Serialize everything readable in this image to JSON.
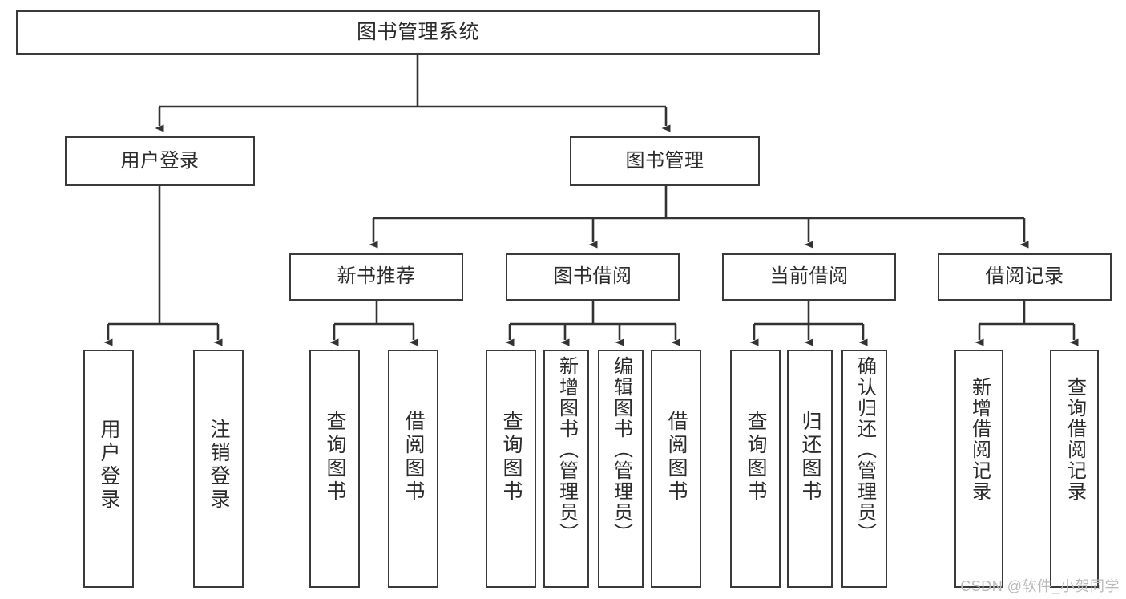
{
  "diagram": {
    "title": "图书管理系统",
    "type": "tree-hierarchy",
    "orientation": "top-down",
    "colors": {
      "node_border": "#3a3a3a",
      "node_fill": "#ffffff",
      "edge": "#333333",
      "text": "#2b2b2b",
      "watermark": "#b9b9b9",
      "background": "#ffffff"
    }
  },
  "watermark": {
    "text": "CSDN @软件_小贺同学"
  },
  "nodes": {
    "root": {
      "label": "图书管理系统",
      "level": 1
    },
    "user_login": {
      "label": "用户登录",
      "level": 2
    },
    "book_manage": {
      "label": "图书管理",
      "level": 2
    },
    "new_book_rec": {
      "label": "新书推荐",
      "level": 3
    },
    "book_borrow": {
      "label": "图书借阅",
      "level": 3
    },
    "current_borrow": {
      "label": "当前借阅",
      "level": 3
    },
    "borrow_record": {
      "label": "借阅记录",
      "level": 3
    },
    "leaf_user_login": {
      "label": "用户登录",
      "level": 4
    },
    "leaf_logout": {
      "label": "注销登录",
      "level": 4
    },
    "leaf_query_book_1": {
      "label": "查询图书",
      "level": 4
    },
    "leaf_borrow_book_1": {
      "label": "借阅图书",
      "level": 4
    },
    "leaf_query_book_2": {
      "label": "查询图书",
      "level": 4
    },
    "leaf_add_book": {
      "label": "新增图书（管理员）",
      "level": 4
    },
    "leaf_edit_book": {
      "label": "编辑图书（管理员）",
      "level": 4
    },
    "leaf_borrow_book_2": {
      "label": "借阅图书",
      "level": 4
    },
    "leaf_query_book_3": {
      "label": "查询图书",
      "level": 4
    },
    "leaf_return_book": {
      "label": "归还图书",
      "level": 4
    },
    "leaf_confirm_return": {
      "label": "确认归还（管理员）",
      "level": 4
    },
    "leaf_add_record": {
      "label": "新增借阅记录",
      "level": 4
    },
    "leaf_query_record": {
      "label": "查询借阅记录",
      "level": 4
    }
  },
  "edges": [
    {
      "from": "root",
      "to": "user_login"
    },
    {
      "from": "root",
      "to": "book_manage"
    },
    {
      "from": "user_login",
      "to": "leaf_user_login"
    },
    {
      "from": "user_login",
      "to": "leaf_logout"
    },
    {
      "from": "book_manage",
      "to": "new_book_rec"
    },
    {
      "from": "book_manage",
      "to": "book_borrow"
    },
    {
      "from": "book_manage",
      "to": "current_borrow"
    },
    {
      "from": "book_manage",
      "to": "borrow_record"
    },
    {
      "from": "new_book_rec",
      "to": "leaf_query_book_1"
    },
    {
      "from": "new_book_rec",
      "to": "leaf_borrow_book_1"
    },
    {
      "from": "book_borrow",
      "to": "leaf_query_book_2"
    },
    {
      "from": "book_borrow",
      "to": "leaf_add_book"
    },
    {
      "from": "book_borrow",
      "to": "leaf_edit_book"
    },
    {
      "from": "book_borrow",
      "to": "leaf_borrow_book_2"
    },
    {
      "from": "current_borrow",
      "to": "leaf_query_book_3"
    },
    {
      "from": "current_borrow",
      "to": "leaf_return_book"
    },
    {
      "from": "current_borrow",
      "to": "leaf_confirm_return"
    },
    {
      "from": "borrow_record",
      "to": "leaf_add_record"
    },
    {
      "from": "borrow_record",
      "to": "leaf_query_record"
    }
  ]
}
